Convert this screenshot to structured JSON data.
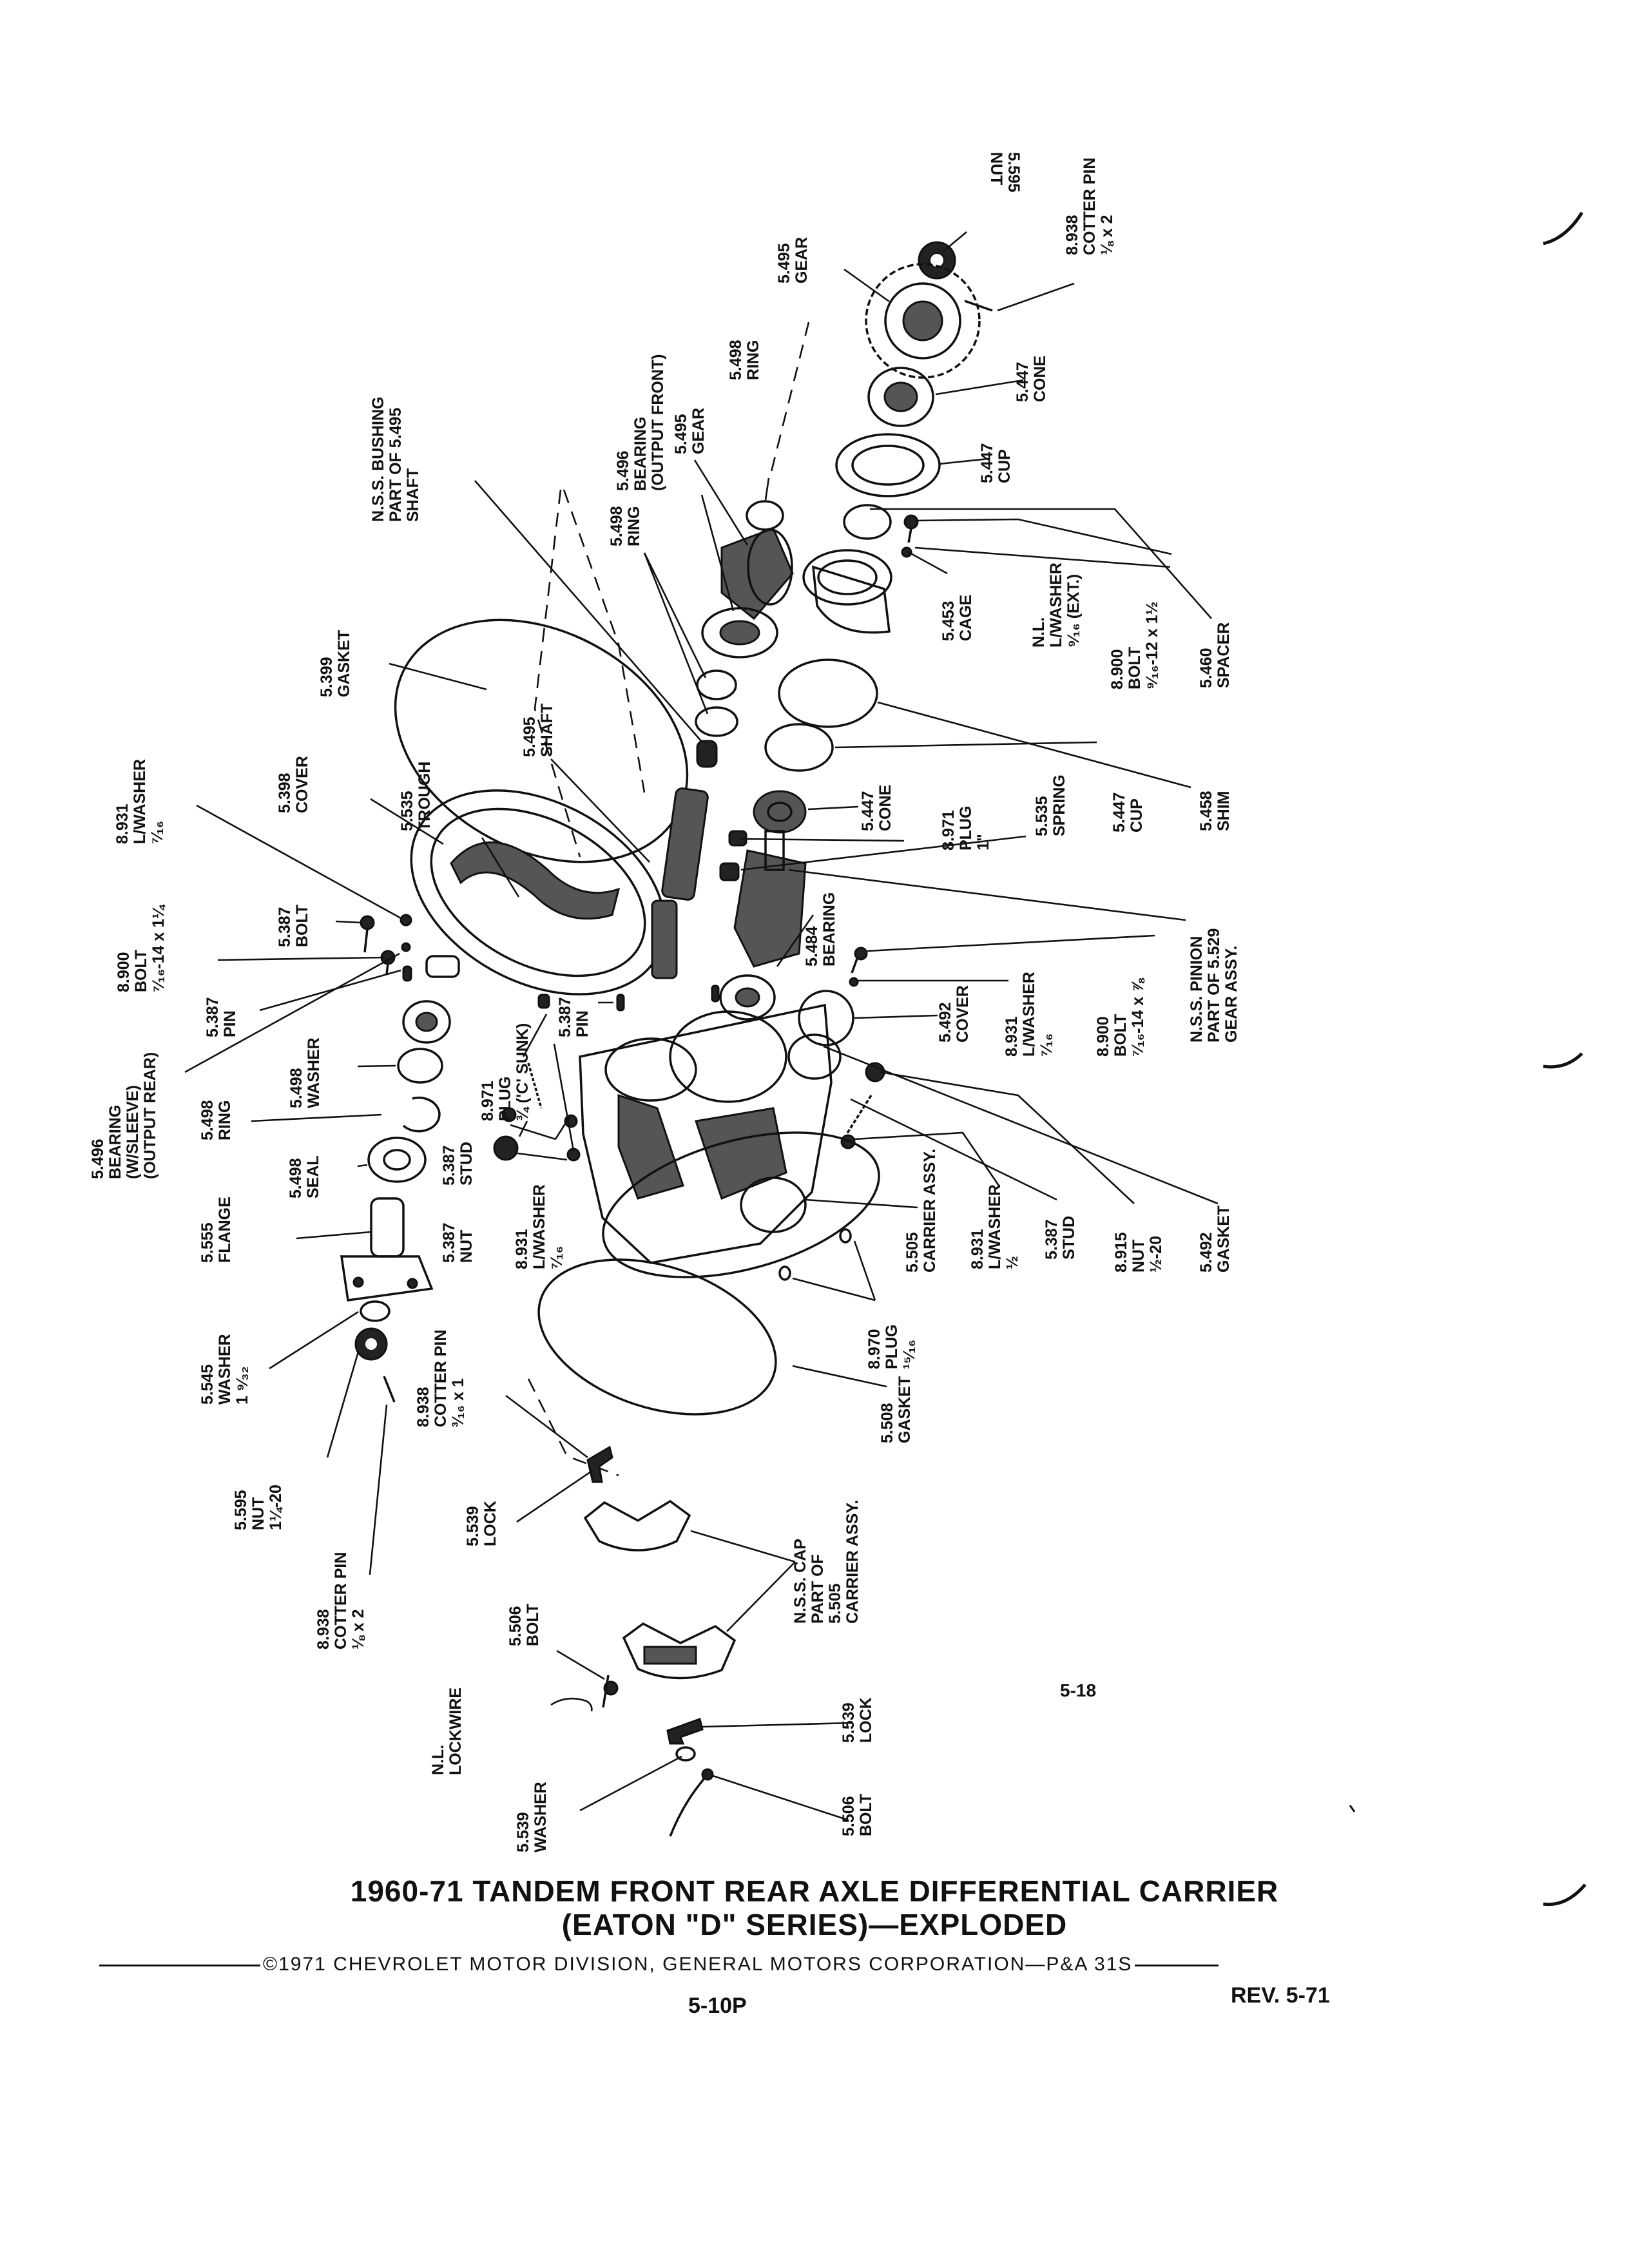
{
  "title": {
    "line1": "1960-71 TANDEM FRONT REAR AXLE DIFFERENTIAL CARRIER",
    "line2": "(EATON \"D\" SERIES)—EXPLODED"
  },
  "copyright": "©1971 CHEVROLET MOTOR DIVISION, GENERAL MOTORS CORPORATION—P&A 31S",
  "page_number": "5-10P",
  "revision": "REV. 5-71",
  "figure_number": "5-18",
  "callouts": {
    "c01": [
      "5.595",
      "NUT"
    ],
    "c02": [
      "8.938",
      "COTTER PIN",
      "⅛ x 2"
    ],
    "c03": [
      "5.495",
      "GEAR"
    ],
    "c04": [
      "5.447",
      "CONE"
    ],
    "c05": [
      "5.447",
      "CUP"
    ],
    "c06": [
      "5.498",
      "RING"
    ],
    "c07": [
      "5.496",
      "BEARING",
      "(OUTPUT FRONT)"
    ],
    "c08": [
      "5.495",
      "GEAR"
    ],
    "c09": [
      "N.S.S. BUSHING",
      "PART OF 5.495",
      "SHAFT"
    ],
    "c10": [
      "5.498",
      "RING"
    ],
    "c11": [
      "5.453",
      "CAGE"
    ],
    "c12": [
      "N.L.",
      "L/WASHER",
      "⁹⁄₁₆ (EXT.)"
    ],
    "c13": [
      "8.900",
      "BOLT",
      "⁹⁄₁₆-12 x 1½"
    ],
    "c14": [
      "5.460",
      "SPACER"
    ],
    "c15": [
      "5.399",
      "GASKET"
    ],
    "c16": [
      "5.495",
      "SHAFT"
    ],
    "c17": [
      "5.535",
      "TROUGH"
    ],
    "c18": [
      "5.398",
      "COVER"
    ],
    "c19": [
      "8.931",
      "L/WASHER",
      "⁷⁄₁₆"
    ],
    "c20": [
      "5.447",
      "CONE"
    ],
    "c21": [
      "8.971",
      "PLUG",
      "1\""
    ],
    "c22": [
      "5.535",
      "SPRING"
    ],
    "c23": [
      "5.447",
      "CUP"
    ],
    "c24": [
      "5.458",
      "SHIM"
    ],
    "c25": [
      "5.387",
      "BOLT"
    ],
    "c26": [
      "8.900",
      "BOLT",
      "⁷⁄₁₆-14 x 1¼"
    ],
    "c27": [
      "5.484",
      "BEARING"
    ],
    "c28": [
      "N.S.S. PINION",
      "PART OF 5.529",
      "GEAR ASSY."
    ],
    "c29": [
      "5.387",
      "PIN"
    ],
    "c30": [
      "5.387",
      "PIN"
    ],
    "c31": [
      "5.492",
      "COVER"
    ],
    "c32": [
      "8.931",
      "L/WASHER",
      "⁷⁄₁₆"
    ],
    "c33": [
      "8.900",
      "BOLT",
      "⁷⁄₁₆-14 x ⅞"
    ],
    "c34": [
      "5.498",
      "WASHER"
    ],
    "c35": [
      "8.971",
      "PLUG",
      "¾ ('C' SUNK)"
    ],
    "c36": [
      "5.496",
      "BEARING",
      "(W/SLEEVE)",
      "(OUTPUT REAR)"
    ],
    "c37": [
      "5.498",
      "RING"
    ],
    "c38": [
      "5.387",
      "STUD"
    ],
    "c39": [
      "5.498",
      "SEAL"
    ],
    "c40": [
      "8.931",
      "L/WASHER",
      "⁷⁄₁₆"
    ],
    "c41": [
      "5.387",
      "NUT"
    ],
    "c42": [
      "5.555",
      "FLANGE"
    ],
    "c43": [
      "5.505",
      "CARRIER ASSY."
    ],
    "c44": [
      "8.931",
      "L/WASHER",
      "½"
    ],
    "c45": [
      "5.387",
      "STUD"
    ],
    "c46": [
      "8.915",
      "NUT",
      "½-20"
    ],
    "c47": [
      "5.492",
      "GASKET"
    ],
    "c48": [
      "5.545",
      "WASHER",
      "1 ⁹⁄₃₂"
    ],
    "c49": [
      "8.938",
      "COTTER PIN",
      "³⁄₁₆ x 1"
    ],
    "c50": [
      "8.970",
      "PLUG",
      "¹⁵⁄₁₆"
    ],
    "c51": [
      "5.508",
      "GASKET"
    ],
    "c52": [
      "5.595",
      "NUT",
      "1¼-20"
    ],
    "c53": [
      "5.539",
      "LOCK"
    ],
    "c54": [
      "N.S.S. CAP",
      "PART OF",
      "5.505",
      "CARRIER ASSY."
    ],
    "c55": [
      "8.938",
      "COTTER PIN",
      "⅛ x 2"
    ],
    "c56": [
      "5.506",
      "BOLT"
    ],
    "c57": [
      "N.L.",
      "LOCKWIRE"
    ],
    "c58": [
      "5.539",
      "LOCK"
    ],
    "c59": [
      "5.539",
      "WASHER"
    ],
    "c60": [
      "5.506",
      "BOLT"
    ]
  }
}
